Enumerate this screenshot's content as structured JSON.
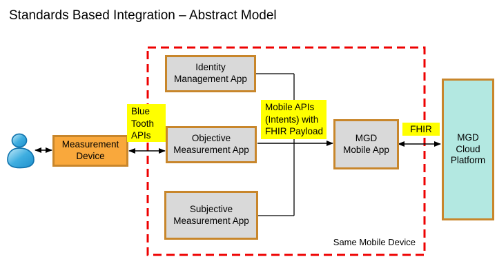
{
  "title": "Standards Based Integration – Abstract Model",
  "diagram": {
    "actor": {
      "icon": "person-icon"
    },
    "boxes": {
      "measurement_device": {
        "label": "Measurement\nDevice"
      },
      "identity_app": {
        "label": "Identity\nManagement App"
      },
      "objective_app": {
        "label": "Objective\nMeasurement App"
      },
      "subjective_app": {
        "label": "Subjective\nMeasurement App"
      },
      "mgd_mobile_app": {
        "label": "MGD\nMobile App"
      },
      "mgd_cloud_platform": {
        "label": "MGD\nCloud\nPlatform"
      }
    },
    "labels": {
      "bluetooth_apis": "Blue\nTooth\nAPIs",
      "mobile_apis": "Mobile APIs\n(Intents) with\nFHIR Payload",
      "fhir": "FHIR",
      "same_mobile_device": "Same Mobile Device"
    },
    "colors": {
      "box_border": "#C8862B",
      "device_orange": "#F9A83C",
      "app_gray": "#D9D9D9",
      "cloud_teal": "#B3E8E1",
      "highlight_yellow": "#FFFF00",
      "boundary_red": "#EE0000",
      "connector_black": "#000000",
      "actor_blue": "#3FAEE0"
    }
  }
}
